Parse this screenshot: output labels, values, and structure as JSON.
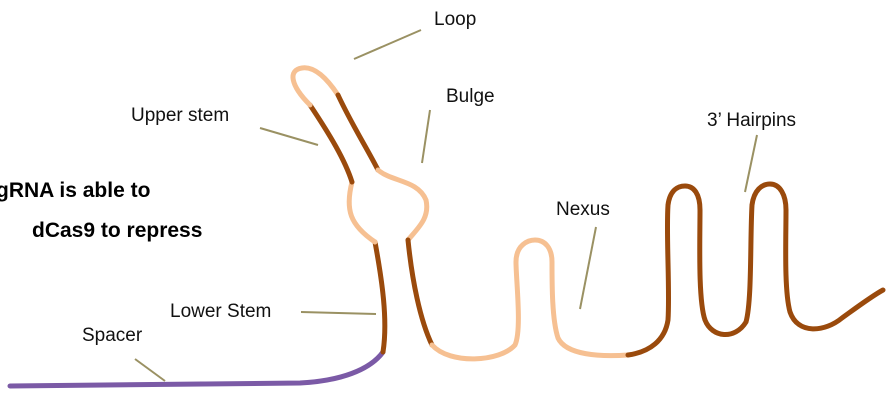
{
  "colors": {
    "dark_segment": "#9a4a0c",
    "light_segment": "#f6c092",
    "spacer": "#7b5aa6",
    "leader_line": "#9a9163",
    "text": "#111111"
  },
  "labels": {
    "loop": "Loop",
    "upper_stem": "Upper stem",
    "bulge": "Bulge",
    "hairpins": "3’ Hairpins",
    "nexus": "Nexus",
    "lower_stem": "Lower Stem",
    "spacer": "Spacer"
  },
  "note": {
    "line1": "gRNA is able to",
    "line2": "dCas9 to repress"
  }
}
